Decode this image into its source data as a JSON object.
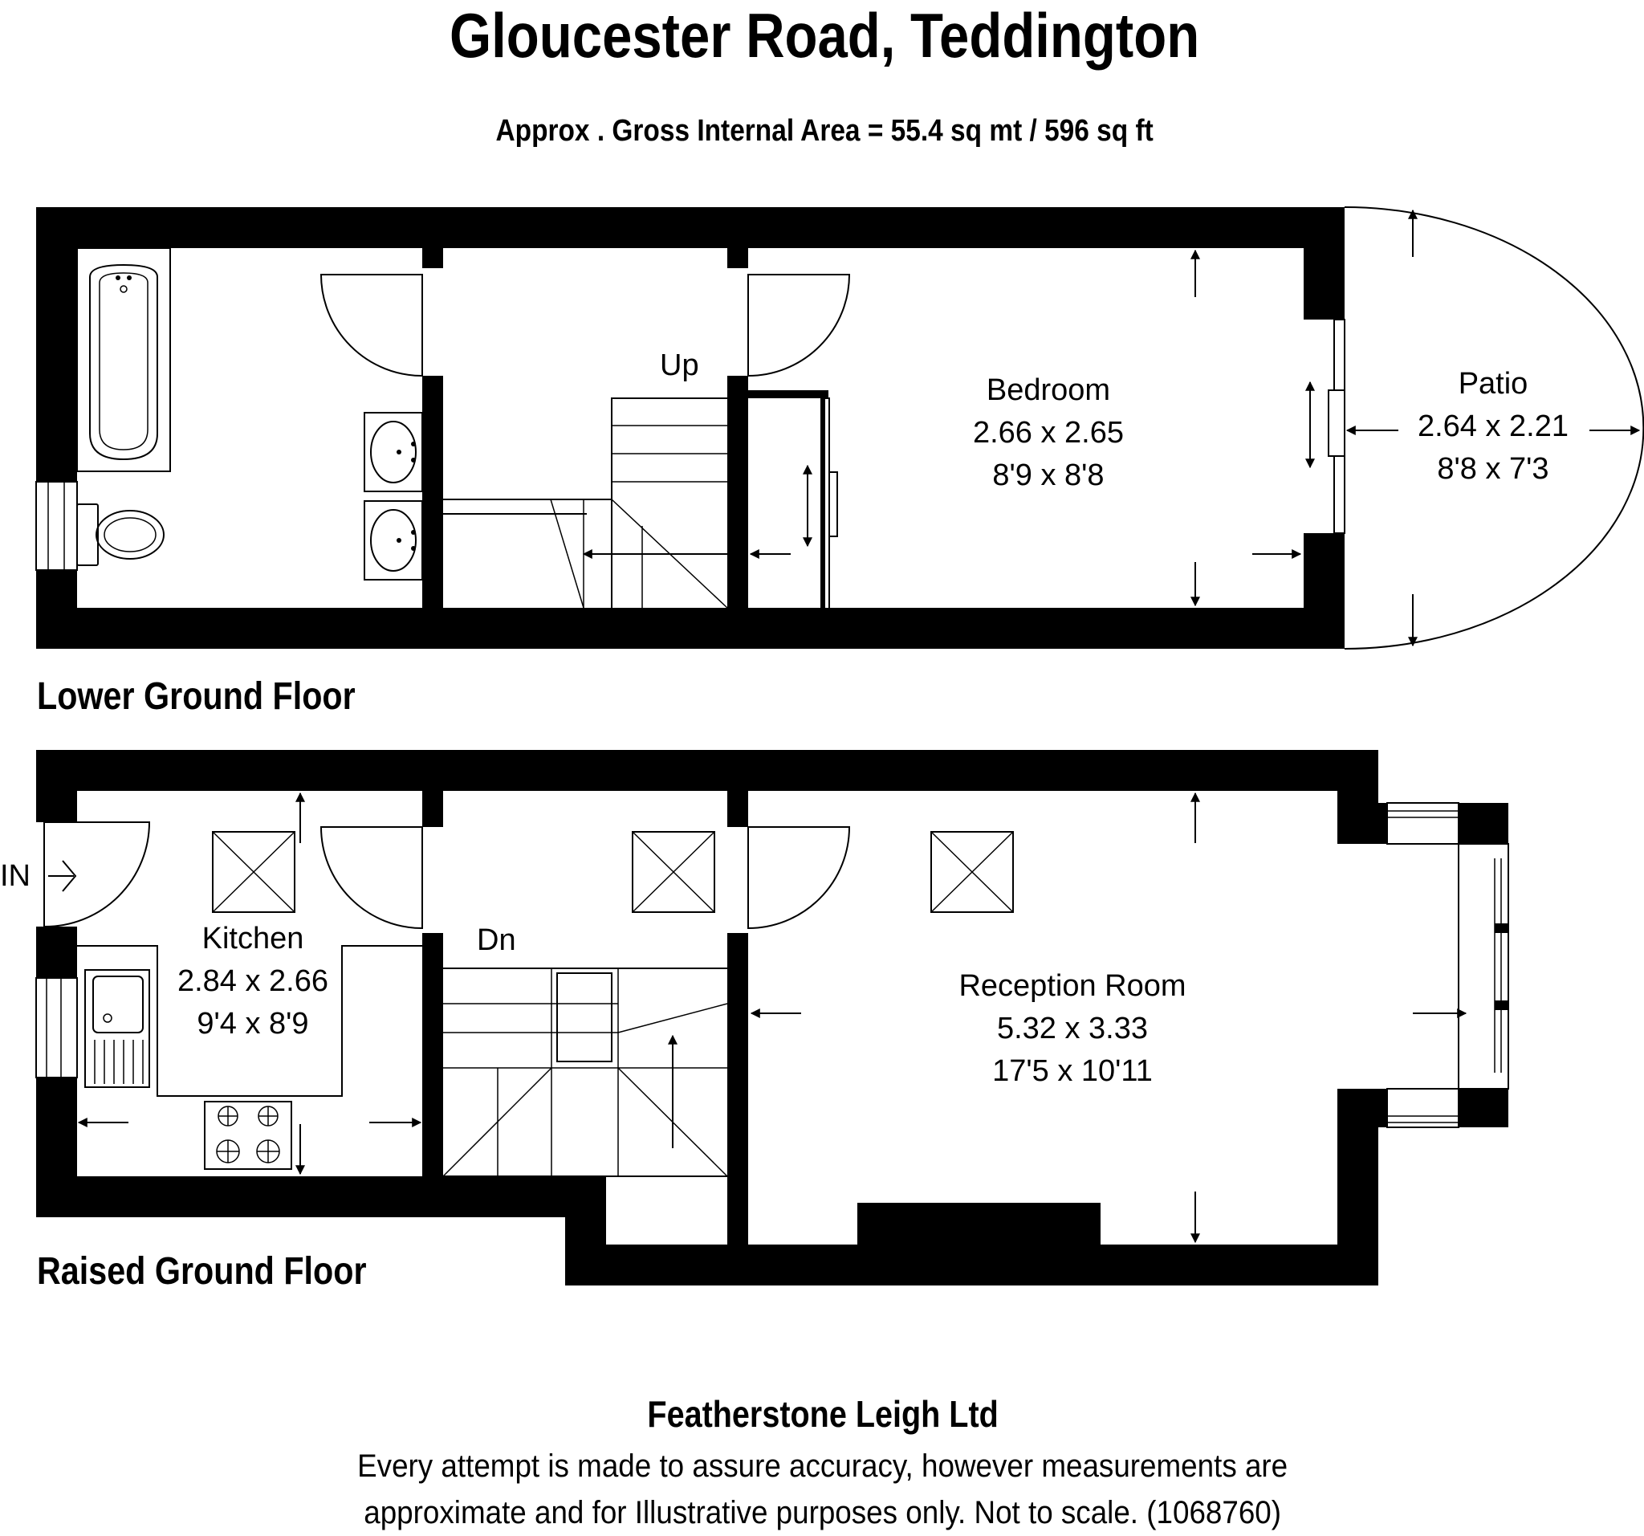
{
  "title": "Gloucester Road, Teddington",
  "area": "Approx . Gross Internal Area = 55.4 sq mt / 596 sq ft",
  "floors": {
    "lower": {
      "label": "Lower Ground Floor",
      "stair_label": "Up",
      "bedroom": {
        "name": "Bedroom",
        "metric": "2.66 x 2.65",
        "imperial": "8'9 x 8'8"
      },
      "patio": {
        "name": "Patio",
        "metric": "2.64 x 2.21",
        "imperial": "8'8 x 7'3"
      }
    },
    "raised": {
      "label": "Raised Ground Floor",
      "stair_label": "Dn",
      "entrance": "IN",
      "kitchen": {
        "name": "Kitchen",
        "metric": "2.84 x 2.66",
        "imperial": "9'4 x 8'9"
      },
      "reception": {
        "name": "Reception Room",
        "metric": "5.32 x 3.33",
        "imperial": "17'5 x 10'11"
      }
    }
  },
  "company": "Featherstone Leigh Ltd",
  "disclaimer": [
    "Every attempt is made to assure accuracy, however measurements are",
    "approximate and for Illustrative purposes only. Not to scale. (1068760)"
  ]
}
